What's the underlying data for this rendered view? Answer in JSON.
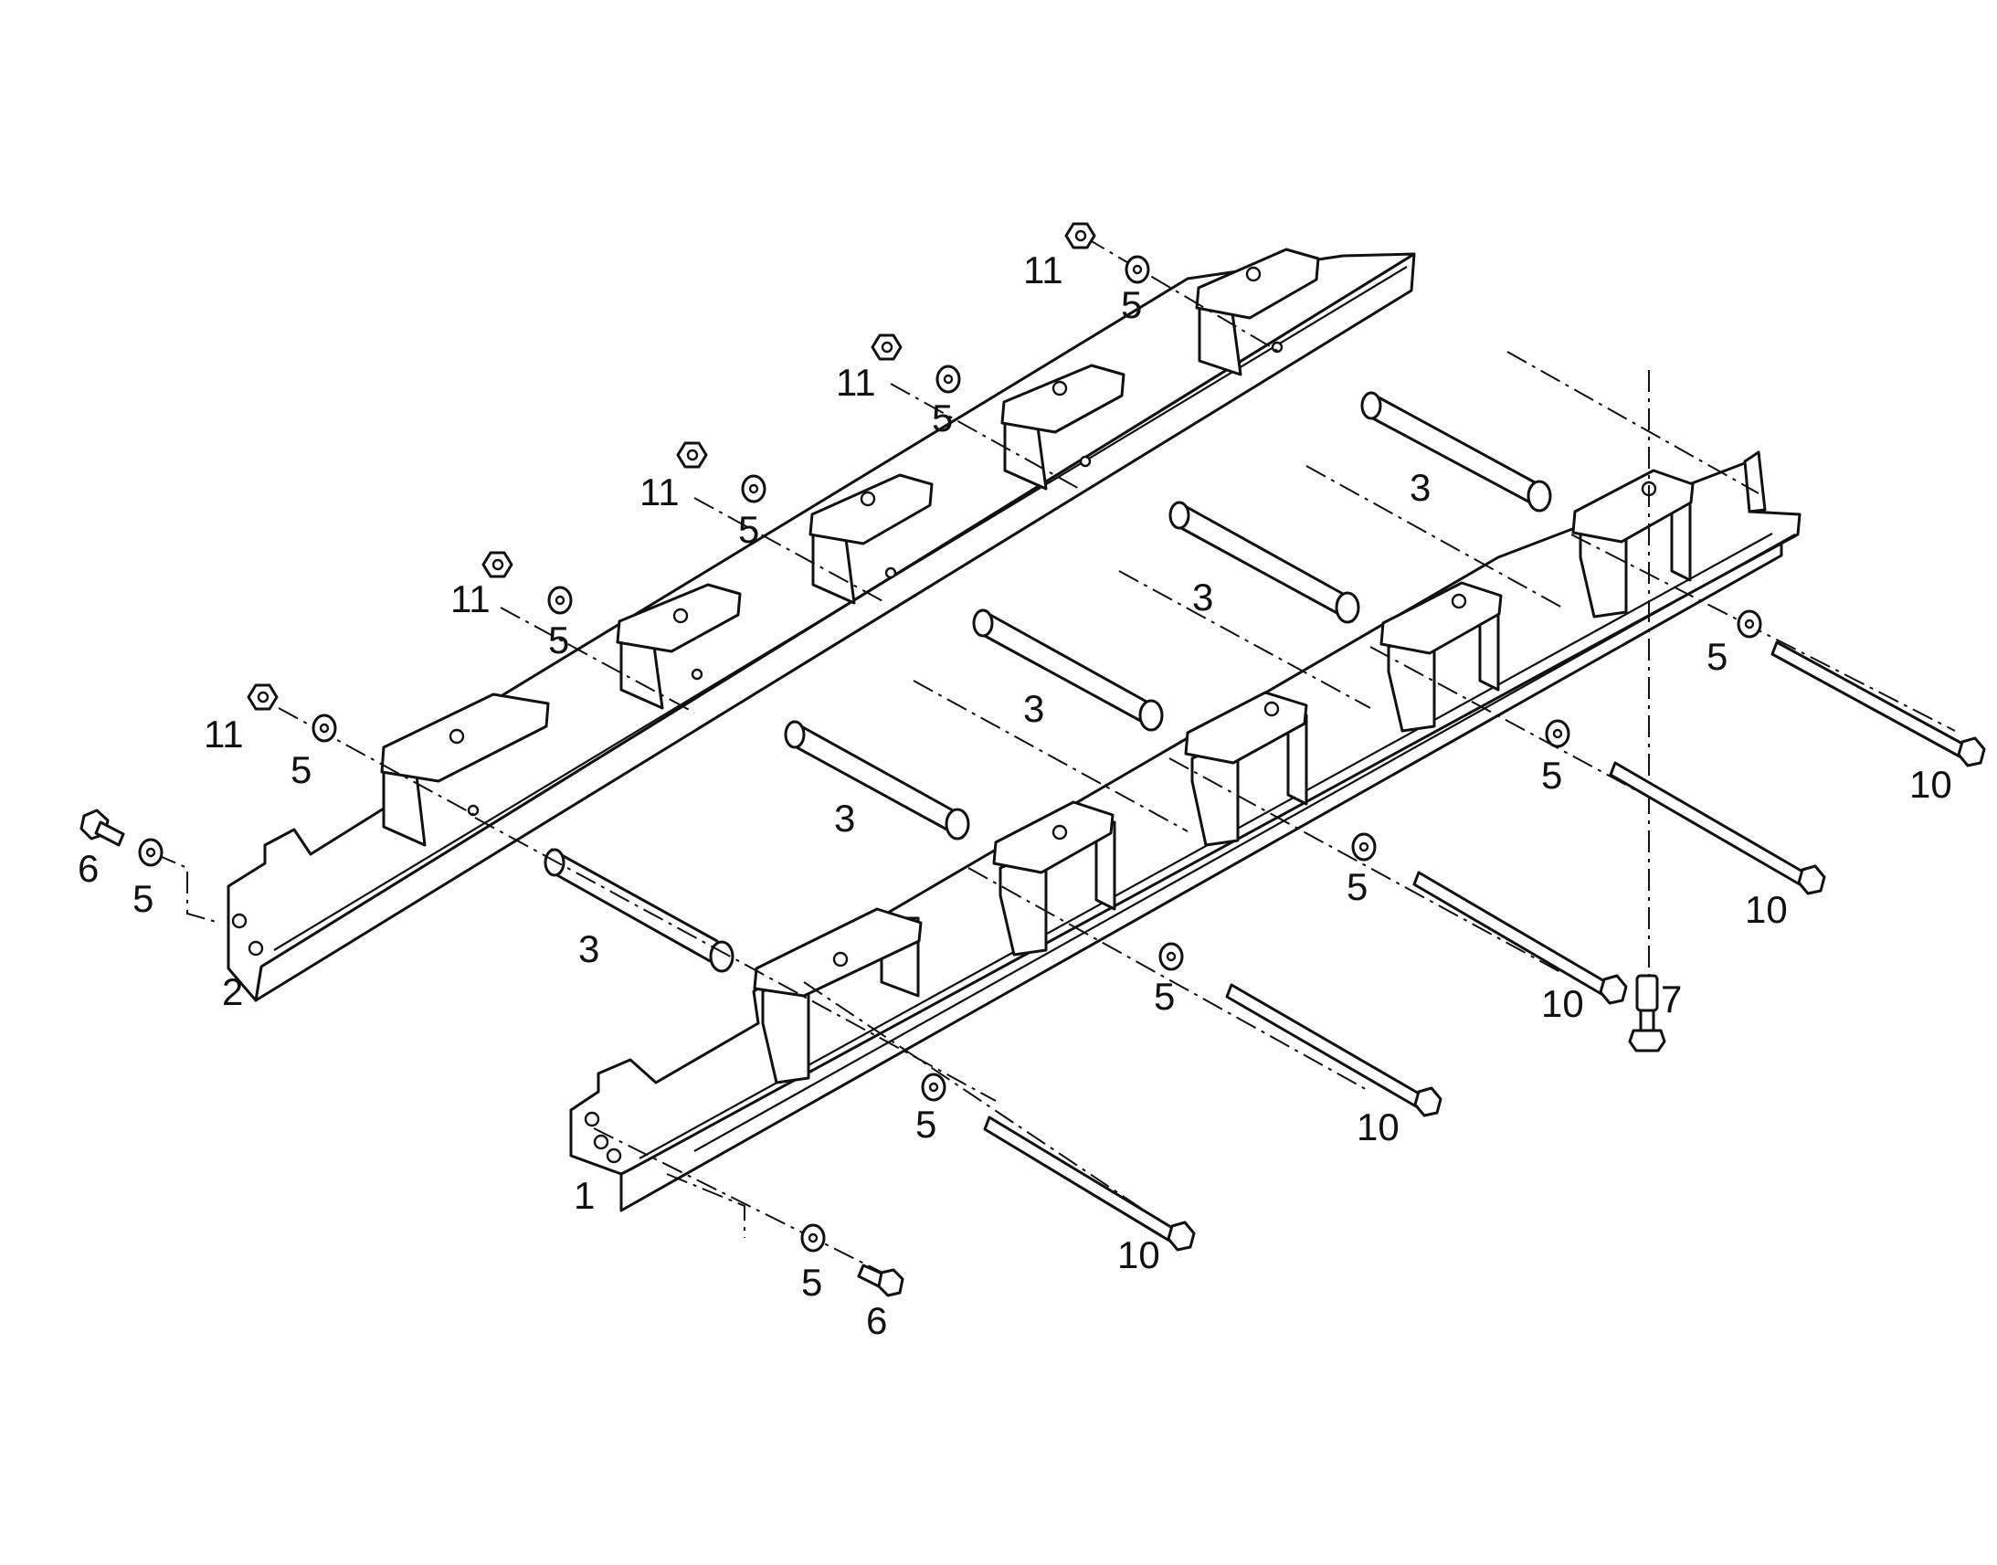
{
  "colors": {
    "line": "#111111",
    "background": "#ffffff"
  },
  "callouts": [
    {
      "id": "c11a",
      "text": "11"
    },
    {
      "id": "c5a",
      "text": "5"
    },
    {
      "id": "c11b",
      "text": "11"
    },
    {
      "id": "c5b",
      "text": "5"
    },
    {
      "id": "c11c",
      "text": "11"
    },
    {
      "id": "c5c",
      "text": "5"
    },
    {
      "id": "c11d",
      "text": "11"
    },
    {
      "id": "c5d",
      "text": "5"
    },
    {
      "id": "c11e",
      "text": "11"
    },
    {
      "id": "c5e",
      "text": "5"
    },
    {
      "id": "c6a",
      "text": "6"
    },
    {
      "id": "c5f",
      "text": "5"
    },
    {
      "id": "c2",
      "text": "2"
    },
    {
      "id": "c3a",
      "text": "3"
    },
    {
      "id": "c3b",
      "text": "3"
    },
    {
      "id": "c3c",
      "text": "3"
    },
    {
      "id": "c3d",
      "text": "3"
    },
    {
      "id": "c3e",
      "text": "3"
    },
    {
      "id": "c5g",
      "text": "5"
    },
    {
      "id": "c5h",
      "text": "5"
    },
    {
      "id": "c5i",
      "text": "5"
    },
    {
      "id": "c5j",
      "text": "5"
    },
    {
      "id": "c5k",
      "text": "5"
    },
    {
      "id": "c10a",
      "text": "10"
    },
    {
      "id": "c10b",
      "text": "10"
    },
    {
      "id": "c10c",
      "text": "10"
    },
    {
      "id": "c10d",
      "text": "10"
    },
    {
      "id": "c10e",
      "text": "10"
    },
    {
      "id": "c7",
      "text": "7"
    },
    {
      "id": "c1",
      "text": "1"
    },
    {
      "id": "c5l",
      "text": "5"
    },
    {
      "id": "c6b",
      "text": "6"
    }
  ]
}
